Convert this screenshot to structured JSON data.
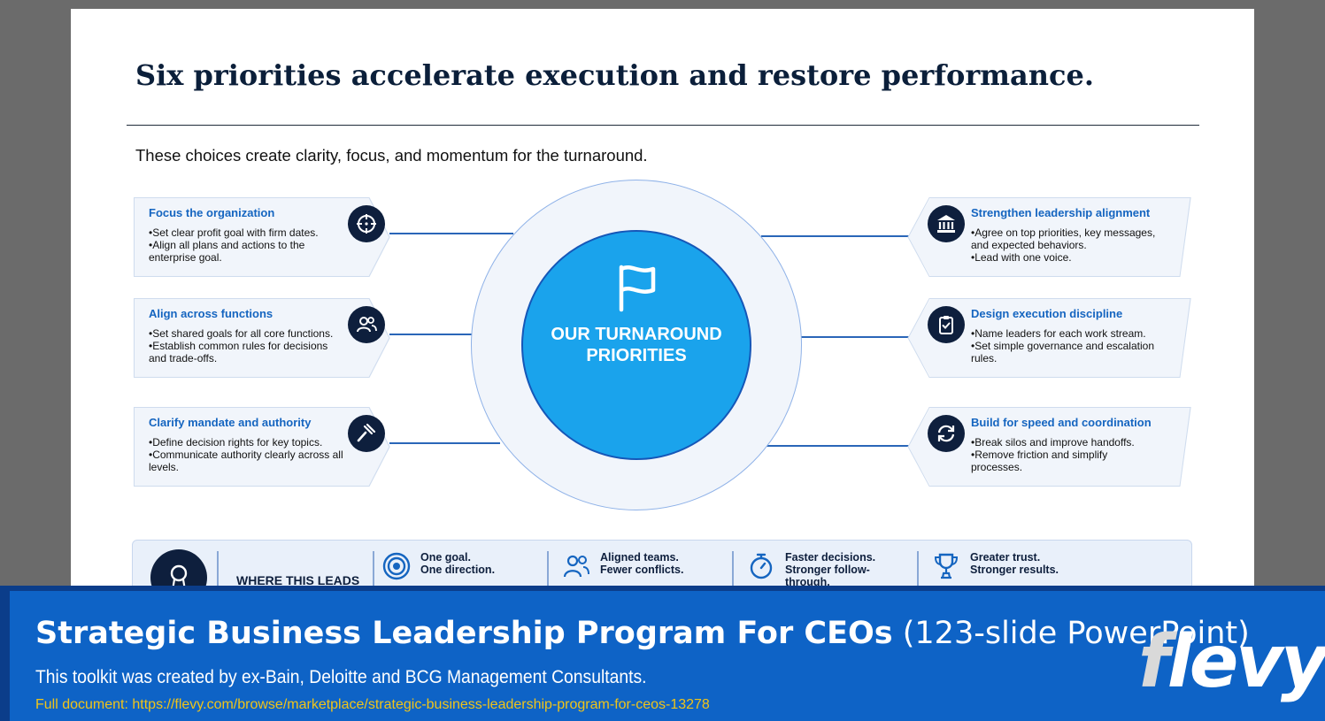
{
  "slide": {
    "title": "Six priorities accelerate execution and restore performance.",
    "subtitle": "These choices create clarity, focus, and momentum for the turnaround.",
    "center_label": "OUR TURNAROUND PRIORITIES",
    "left_cards": [
      {
        "title": "Focus the organization",
        "bullets": [
          "Set clear profit goal with firm dates.",
          "Align all plans and actions to the enterprise goal."
        ],
        "icon": "crosshair-icon"
      },
      {
        "title": "Align across functions",
        "bullets": [
          "Set shared goals for all core functions.",
          "Establish common rules for decisions and trade-offs."
        ],
        "icon": "people-icon"
      },
      {
        "title": "Clarify mandate and authority",
        "bullets": [
          "Define decision rights for key topics.",
          "Communicate authority clearly across all levels."
        ],
        "icon": "gavel-icon"
      }
    ],
    "right_cards": [
      {
        "title": "Strengthen leadership alignment",
        "bullets": [
          "Agree on top priorities, key messages, and expected behaviors.",
          "Lead with one voice."
        ],
        "icon": "institution-icon"
      },
      {
        "title": "Design execution discipline",
        "bullets": [
          "Name leaders for each work stream.",
          "Set simple governance and escalation rules."
        ],
        "icon": "clipboard-check-icon"
      },
      {
        "title": "Build for speed and coordination",
        "bullets": [
          "Break silos and improve handoffs.",
          "Remove friction and simplify processes."
        ],
        "icon": "sync-icon"
      }
    ],
    "banner": {
      "label": "WHERE THIS LEADS",
      "outcomes": [
        {
          "line1": "One goal.",
          "line2": "One direction.",
          "icon": "target-icon"
        },
        {
          "line1": "Aligned teams.",
          "line2": "Fewer conflicts.",
          "icon": "team-icon"
        },
        {
          "line1": "Faster decisions.",
          "line2": "Stronger follow-through.",
          "icon": "stopwatch-icon"
        },
        {
          "line1": "Greater trust.",
          "line2": "Stronger results.",
          "icon": "trophy-icon"
        }
      ]
    }
  },
  "footer": {
    "title_bold": "Strategic Business Leadership Program For CEOs",
    "title_light": "(123-slide PowerPoint)",
    "description": "This toolkit was created by ex-Bain, Deloitte and BCG Management Consultants.",
    "link": "Full document: https://flevy.com/browse/marketplace/strategic-business-leadership-program-for-ceos-13278",
    "logo": "flevy"
  },
  "colors": {
    "navy": "#0e1f3d",
    "accent_blue": "#1565c0",
    "center_blue": "#1aa3ec",
    "footer_blue": "#0e63c6",
    "link_yellow": "#f0c419"
  }
}
